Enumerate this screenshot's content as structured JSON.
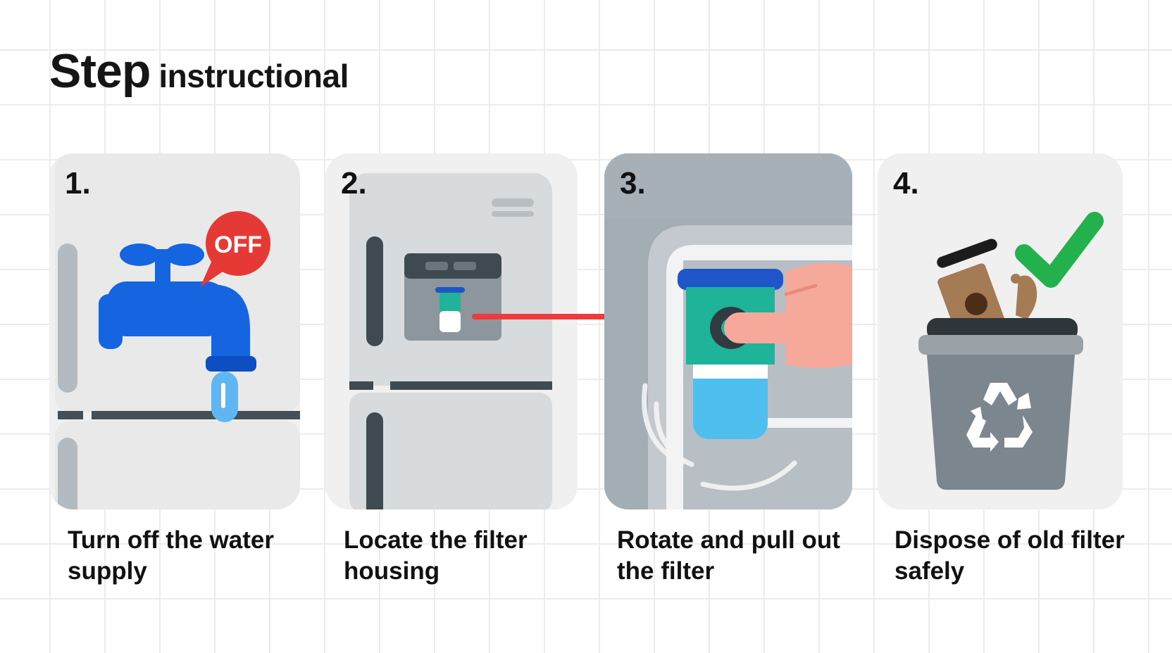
{
  "header": {
    "title_main": "Step",
    "title_rest": "instructional"
  },
  "steps": [
    {
      "number": "1.",
      "caption": "Turn off the water supply",
      "badge": "OFF",
      "icon": "faucet-icon"
    },
    {
      "number": "2.",
      "caption": "Locate the filter housing",
      "icon": "refrigerator-icon"
    },
    {
      "number": "3.",
      "caption": "Rotate and pull out the filter",
      "icon": "filter-cartridge-icon"
    },
    {
      "number": "4.",
      "caption": "Dispose of old filter safely",
      "icon": "recycle-bin-icon"
    }
  ],
  "colors": {
    "faucet": "#1565e0",
    "off_badge": "#e53935",
    "arrow": "#ee3b3b",
    "filter_teal": "#1fb39a",
    "filter_cap": "#1e55c8",
    "check": "#22b14c",
    "bin": "#7c868e",
    "fridge": "#d8dbde",
    "hand": "#f6a99a"
  }
}
